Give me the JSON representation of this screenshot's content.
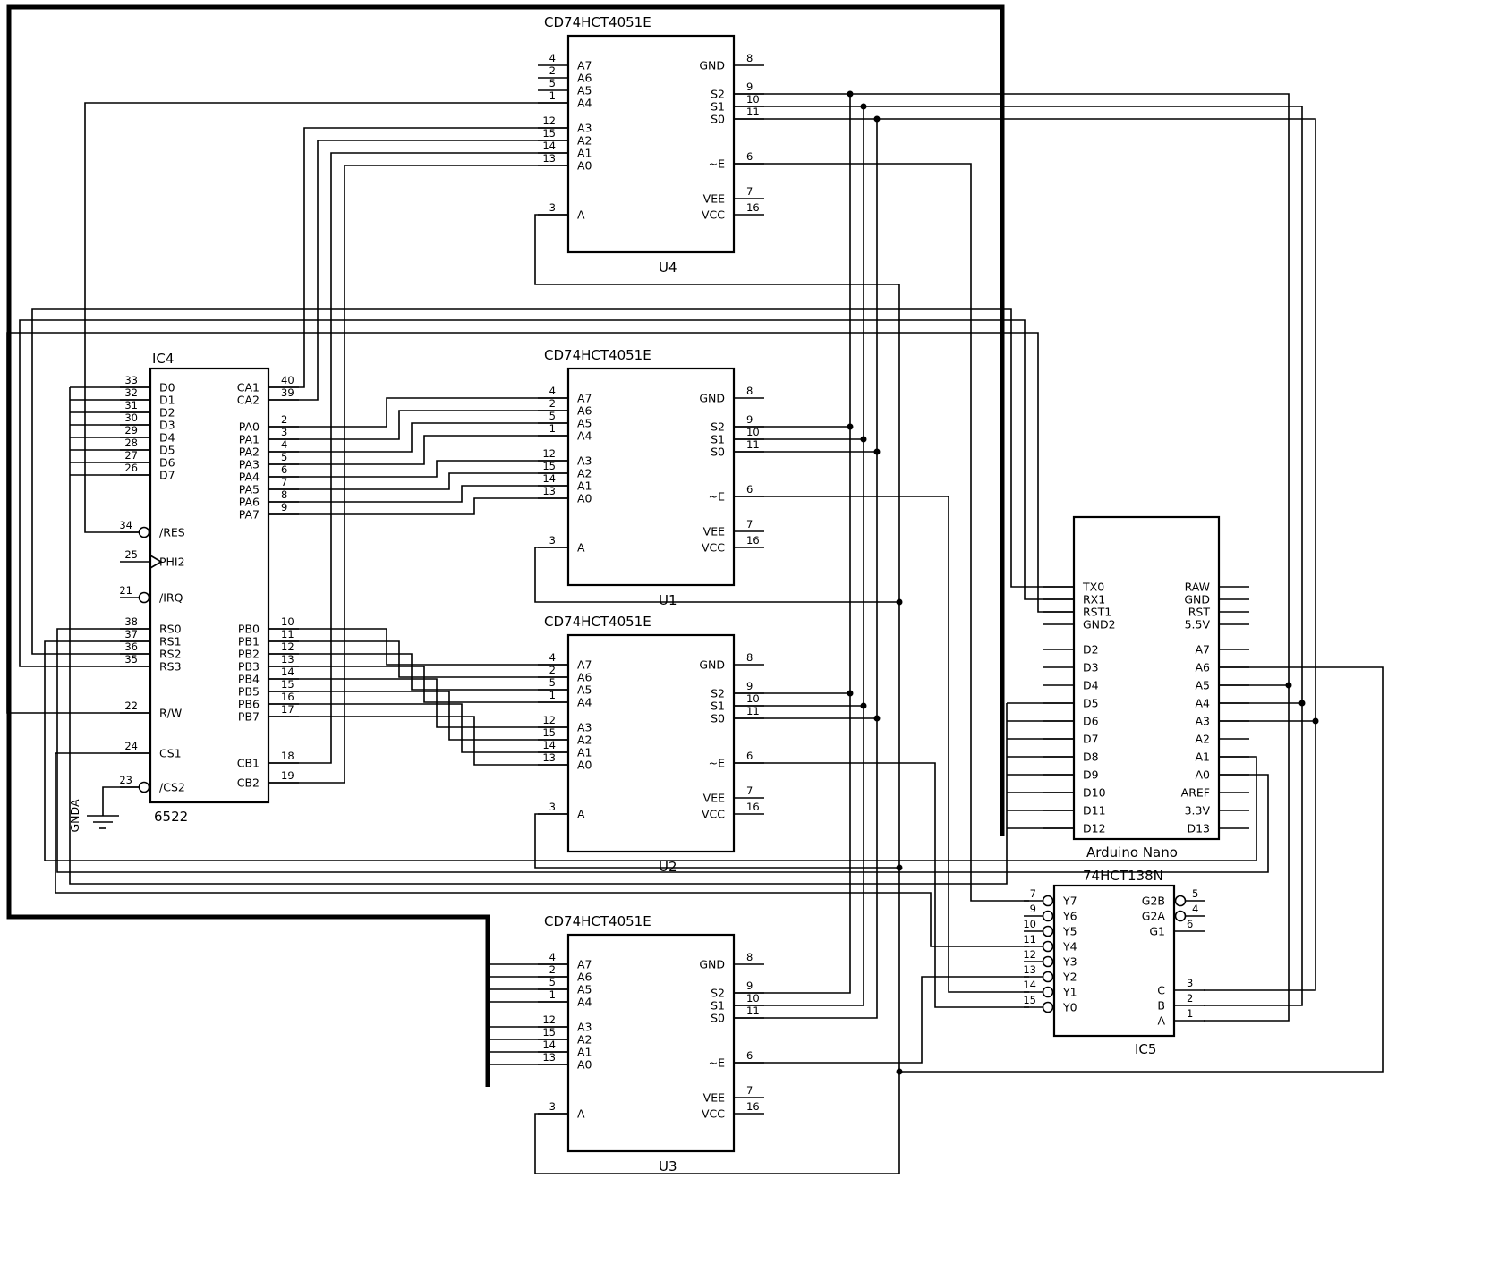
{
  "diagram": {
    "background_color": "#ffffff",
    "wire_color": "#000000",
    "ground_label": "GNDA",
    "chips": [
      {
        "id": "U4",
        "title": "CD74HCT4051E",
        "ref": "U4",
        "left_pins": [
          {
            "name": "A7",
            "num": "4"
          },
          {
            "name": "A6",
            "num": "2"
          },
          {
            "name": "A5",
            "num": "5"
          },
          {
            "name": "A4",
            "num": "1"
          },
          {
            "name": "A3",
            "num": "12"
          },
          {
            "name": "A2",
            "num": "15"
          },
          {
            "name": "A1",
            "num": "14"
          },
          {
            "name": "A0",
            "num": "13"
          },
          {
            "name": "A",
            "num": "3"
          }
        ],
        "right_pins": [
          {
            "name": "GND",
            "num": "8"
          },
          {
            "name": "S2",
            "num": "9"
          },
          {
            "name": "S1",
            "num": "10"
          },
          {
            "name": "S0",
            "num": "11"
          },
          {
            "name": "~E",
            "num": "6"
          },
          {
            "name": "VEE",
            "num": "7"
          },
          {
            "name": "VCC",
            "num": "16"
          }
        ]
      },
      {
        "id": "U1",
        "title": "CD74HCT4051E",
        "ref": "U1",
        "left_pins": [
          {
            "name": "A7",
            "num": "4"
          },
          {
            "name": "A6",
            "num": "2"
          },
          {
            "name": "A5",
            "num": "5"
          },
          {
            "name": "A4",
            "num": "1"
          },
          {
            "name": "A3",
            "num": "12"
          },
          {
            "name": "A2",
            "num": "15"
          },
          {
            "name": "A1",
            "num": "14"
          },
          {
            "name": "A0",
            "num": "13"
          },
          {
            "name": "A",
            "num": "3"
          }
        ],
        "right_pins": [
          {
            "name": "GND",
            "num": "8"
          },
          {
            "name": "S2",
            "num": "9"
          },
          {
            "name": "S1",
            "num": "10"
          },
          {
            "name": "S0",
            "num": "11"
          },
          {
            "name": "~E",
            "num": "6"
          },
          {
            "name": "VEE",
            "num": "7"
          },
          {
            "name": "VCC",
            "num": "16"
          }
        ]
      },
      {
        "id": "U2",
        "title": "CD74HCT4051E",
        "ref": "U2",
        "left_pins": [
          {
            "name": "A7",
            "num": "4"
          },
          {
            "name": "A6",
            "num": "2"
          },
          {
            "name": "A5",
            "num": "5"
          },
          {
            "name": "A4",
            "num": "1"
          },
          {
            "name": "A3",
            "num": "12"
          },
          {
            "name": "A2",
            "num": "15"
          },
          {
            "name": "A1",
            "num": "14"
          },
          {
            "name": "A0",
            "num": "13"
          },
          {
            "name": "A",
            "num": "3"
          }
        ],
        "right_pins": [
          {
            "name": "GND",
            "num": "8"
          },
          {
            "name": "S2",
            "num": "9"
          },
          {
            "name": "S1",
            "num": "10"
          },
          {
            "name": "S0",
            "num": "11"
          },
          {
            "name": "~E",
            "num": "6"
          },
          {
            "name": "VEE",
            "num": "7"
          },
          {
            "name": "VCC",
            "num": "16"
          }
        ]
      },
      {
        "id": "U3",
        "title": "CD74HCT4051E",
        "ref": "U3",
        "left_pins": [
          {
            "name": "A7",
            "num": "4"
          },
          {
            "name": "A6",
            "num": "2"
          },
          {
            "name": "A5",
            "num": "5"
          },
          {
            "name": "A4",
            "num": "1"
          },
          {
            "name": "A3",
            "num": "12"
          },
          {
            "name": "A2",
            "num": "15"
          },
          {
            "name": "A1",
            "num": "14"
          },
          {
            "name": "A0",
            "num": "13"
          },
          {
            "name": "A",
            "num": "3"
          }
        ],
        "right_pins": [
          {
            "name": "GND",
            "num": "8"
          },
          {
            "name": "S2",
            "num": "9"
          },
          {
            "name": "S1",
            "num": "10"
          },
          {
            "name": "S0",
            "num": "11"
          },
          {
            "name": "~E",
            "num": "6"
          },
          {
            "name": "VEE",
            "num": "7"
          },
          {
            "name": "VCC",
            "num": "16"
          }
        ]
      },
      {
        "id": "IC4",
        "title": "IC4",
        "ref": "6522",
        "left_pins": [
          {
            "name": "D0",
            "num": "33"
          },
          {
            "name": "D1",
            "num": "32"
          },
          {
            "name": "D2",
            "num": "31"
          },
          {
            "name": "D3",
            "num": "30"
          },
          {
            "name": "D4",
            "num": "29"
          },
          {
            "name": "D5",
            "num": "28"
          },
          {
            "name": "D6",
            "num": "27"
          },
          {
            "name": "D7",
            "num": "26"
          },
          {
            "name": "/RES",
            "num": "34",
            "bubble": true
          },
          {
            "name": "PHI2",
            "num": "25",
            "clock": true
          },
          {
            "name": "/IRQ",
            "num": "21",
            "bubble": true
          },
          {
            "name": "RS0",
            "num": "38"
          },
          {
            "name": "RS1",
            "num": "37"
          },
          {
            "name": "RS2",
            "num": "36"
          },
          {
            "name": "RS3",
            "num": "35"
          },
          {
            "name": "R/W",
            "num": "22"
          },
          {
            "name": "CS1",
            "num": "24"
          },
          {
            "name": "/CS2",
            "num": "23",
            "bubble": true
          }
        ],
        "right_pins": [
          {
            "name": "CA1",
            "num": "40"
          },
          {
            "name": "CA2",
            "num": "39"
          },
          {
            "name": "PA0",
            "num": "2"
          },
          {
            "name": "PA1",
            "num": "3"
          },
          {
            "name": "PA2",
            "num": "4"
          },
          {
            "name": "PA3",
            "num": "5"
          },
          {
            "name": "PA4",
            "num": "6"
          },
          {
            "name": "PA5",
            "num": "7"
          },
          {
            "name": "PA6",
            "num": "8"
          },
          {
            "name": "PA7",
            "num": "9"
          },
          {
            "name": "PB0",
            "num": "10"
          },
          {
            "name": "PB1",
            "num": "11"
          },
          {
            "name": "PB2",
            "num": "12"
          },
          {
            "name": "PB3",
            "num": "13"
          },
          {
            "name": "PB4",
            "num": "14"
          },
          {
            "name": "PB5",
            "num": "15"
          },
          {
            "name": "PB6",
            "num": "16"
          },
          {
            "name": "PB7",
            "num": "17"
          },
          {
            "name": "CB1",
            "num": "18"
          },
          {
            "name": "CB2",
            "num": "19"
          }
        ]
      },
      {
        "id": "ARD",
        "title": "",
        "ref": "Arduino Nano",
        "left_pins": [
          {
            "name": "TX0",
            "num": ""
          },
          {
            "name": "RX1",
            "num": ""
          },
          {
            "name": "RST1",
            "num": ""
          },
          {
            "name": "GND2",
            "num": ""
          },
          {
            "name": "D2",
            "num": ""
          },
          {
            "name": "D3",
            "num": ""
          },
          {
            "name": "D4",
            "num": ""
          },
          {
            "name": "D5",
            "num": ""
          },
          {
            "name": "D6",
            "num": ""
          },
          {
            "name": "D7",
            "num": ""
          },
          {
            "name": "D8",
            "num": ""
          },
          {
            "name": "D9",
            "num": ""
          },
          {
            "name": "D10",
            "num": ""
          },
          {
            "name": "D11",
            "num": ""
          },
          {
            "name": "D12",
            "num": ""
          }
        ],
        "right_pins": [
          {
            "name": "RAW",
            "num": ""
          },
          {
            "name": "GND",
            "num": ""
          },
          {
            "name": "RST",
            "num": ""
          },
          {
            "name": "5.5V",
            "num": ""
          },
          {
            "name": "A7",
            "num": ""
          },
          {
            "name": "A6",
            "num": ""
          },
          {
            "name": "A5",
            "num": ""
          },
          {
            "name": "A4",
            "num": ""
          },
          {
            "name": "A3",
            "num": ""
          },
          {
            "name": "A2",
            "num": ""
          },
          {
            "name": "A1",
            "num": ""
          },
          {
            "name": "A0",
            "num": ""
          },
          {
            "name": "AREF",
            "num": ""
          },
          {
            "name": "3.3V",
            "num": ""
          },
          {
            "name": "D13",
            "num": ""
          }
        ]
      },
      {
        "id": "IC5",
        "title": "74HCT138N",
        "ref": "IC5",
        "left_pins": [
          {
            "name": "Y7",
            "num": "7",
            "bubble": true
          },
          {
            "name": "Y6",
            "num": "9",
            "bubble": true
          },
          {
            "name": "Y5",
            "num": "10",
            "bubble": true
          },
          {
            "name": "Y4",
            "num": "11",
            "bubble": true
          },
          {
            "name": "Y3",
            "num": "12",
            "bubble": true
          },
          {
            "name": "Y2",
            "num": "13",
            "bubble": true
          },
          {
            "name": "Y1",
            "num": "14",
            "bubble": true
          },
          {
            "name": "Y0",
            "num": "15",
            "bubble": true
          }
        ],
        "right_pins": [
          {
            "name": "G2B",
            "num": "5",
            "bubble": true
          },
          {
            "name": "G2A",
            "num": "4",
            "bubble": true
          },
          {
            "name": "G1",
            "num": "6"
          },
          {
            "name": "C",
            "num": "3"
          },
          {
            "name": "B",
            "num": "2"
          },
          {
            "name": "A",
            "num": "1"
          }
        ]
      }
    ]
  }
}
